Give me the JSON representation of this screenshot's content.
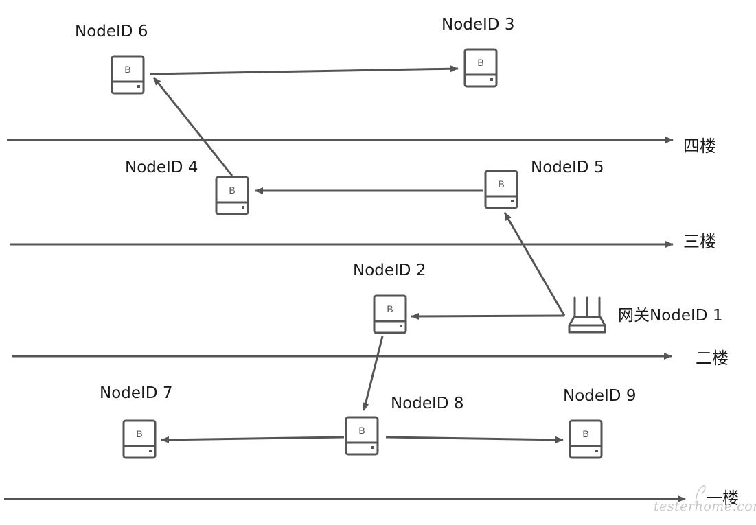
{
  "nodes": {
    "node6": {
      "label": "NodeID 6",
      "badge": "B",
      "icon": "storage-device-icon"
    },
    "node3": {
      "label": "NodeID 3",
      "badge": "B",
      "icon": "storage-device-icon"
    },
    "node4": {
      "label": "NodeID 4",
      "badge": "B",
      "icon": "storage-device-icon"
    },
    "node5": {
      "label": "NodeID 5",
      "badge": "B",
      "icon": "storage-device-icon"
    },
    "node2": {
      "label": "NodeID 2",
      "badge": "B",
      "icon": "storage-device-icon"
    },
    "gateway": {
      "label": "网关NodeID 1",
      "icon": "router-icon"
    },
    "node7": {
      "label": "NodeID 7",
      "badge": "B",
      "icon": "storage-device-icon"
    },
    "node8": {
      "label": "NodeID 8",
      "badge": "B",
      "icon": "storage-device-icon"
    },
    "node9": {
      "label": "NodeID 9",
      "badge": "B",
      "icon": "storage-device-icon"
    }
  },
  "floors": {
    "fourth": "四楼",
    "third": "三楼",
    "second": "二楼",
    "first": "一楼"
  },
  "connections": [
    {
      "from": "node6",
      "to": "node3"
    },
    {
      "from": "node4",
      "to": "node6"
    },
    {
      "from": "node5",
      "to": "node4"
    },
    {
      "from": "gateway",
      "to": "node5"
    },
    {
      "from": "gateway",
      "to": "node2"
    },
    {
      "from": "node2",
      "to": "node8"
    },
    {
      "from": "node8",
      "to": "node7"
    },
    {
      "from": "node8",
      "to": "node9"
    }
  ],
  "watermark": "testerhome.com",
  "colors": {
    "line": "#555555",
    "icon": "#555555",
    "text": "#1a1a1a"
  }
}
